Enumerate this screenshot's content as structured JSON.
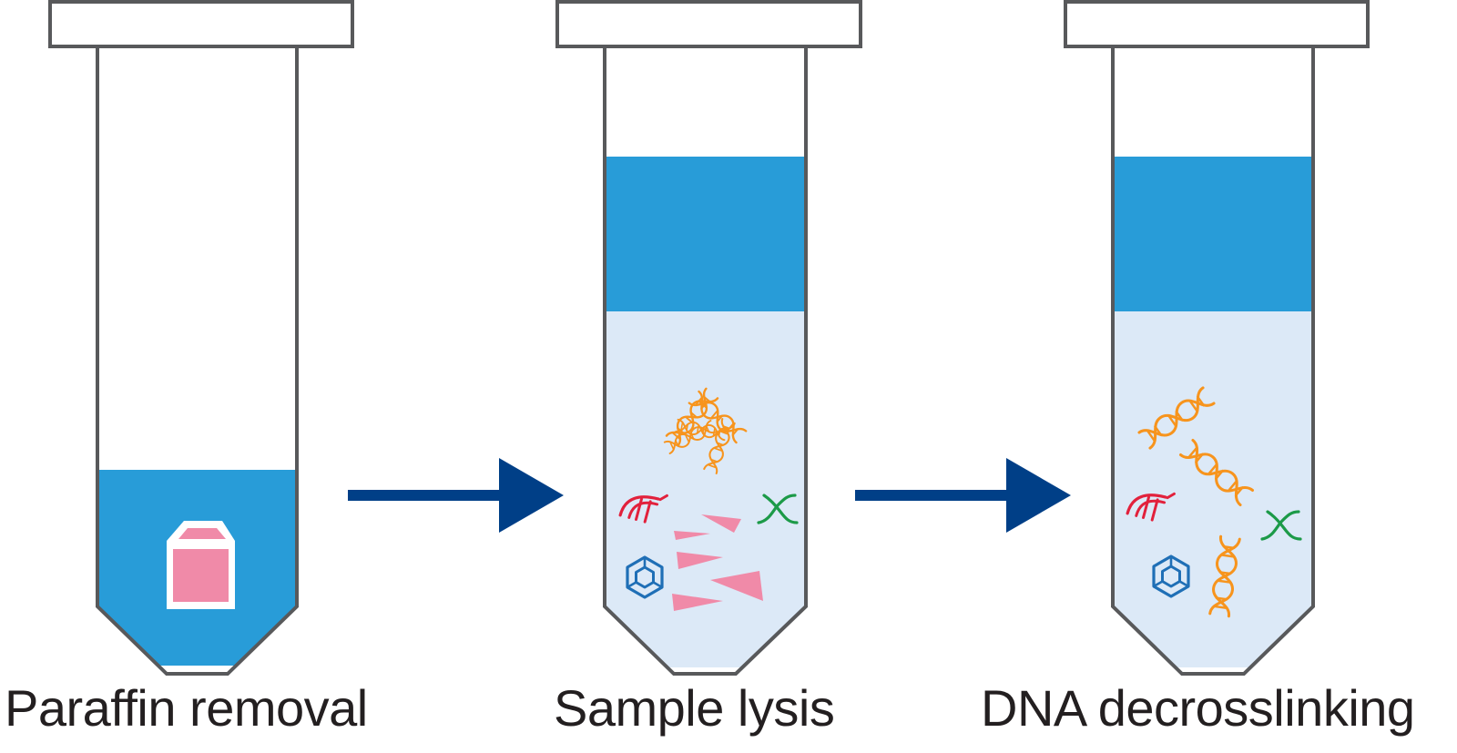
{
  "steps": [
    {
      "label": "Paraffin removal"
    },
    {
      "label": "Sample lysis"
    },
    {
      "label": "DNA decrosslinking"
    }
  ],
  "colors": {
    "tube_outline": "#58595b",
    "buffer_blue": "#289cd8",
    "lysate_light": "#dce9f7",
    "tissue_pink": "#f08aa8",
    "dna_orange": "#f7941d",
    "rna_red": "#e2213c",
    "protein_green": "#1c9a48",
    "molecule_blue": "#1f6fb6",
    "arrow_navy": "#003f87"
  }
}
